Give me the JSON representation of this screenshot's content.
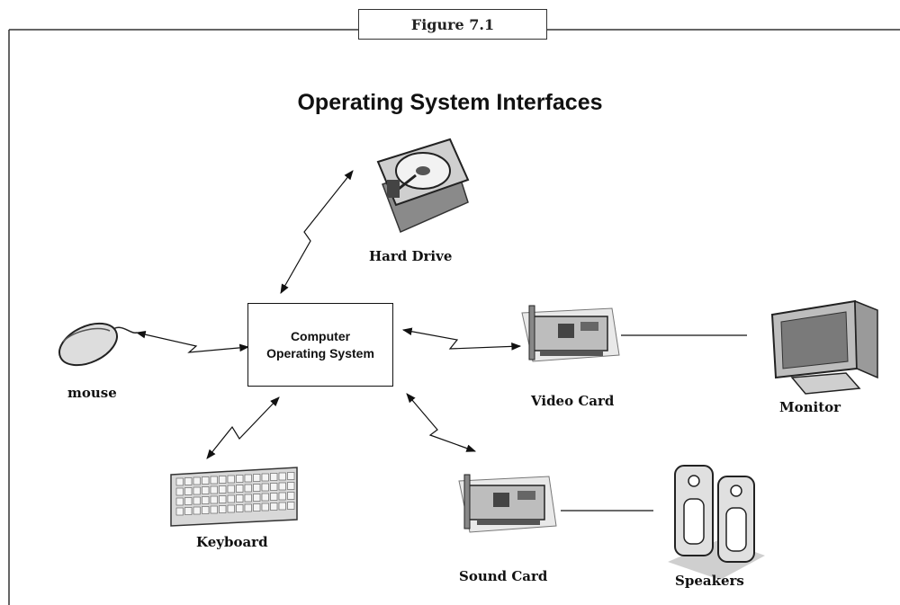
{
  "figure_caption": "Figure 7.1",
  "title": "Operating System Interfaces",
  "center": {
    "line1": "Computer",
    "line2": "Operating System"
  },
  "devices": {
    "hard_drive": "Hard Drive",
    "mouse": "mouse",
    "keyboard": "Keyboard",
    "video_card": "Video Card",
    "monitor": "Monitor",
    "sound_card": "Sound Card",
    "speakers": "Speakers"
  },
  "icons": {
    "hard_drive": "hard-drive-icon",
    "mouse": "mouse-icon",
    "keyboard": "keyboard-icon",
    "video_card": "video-card-icon",
    "monitor": "monitor-icon",
    "sound_card": "sound-card-icon",
    "speakers": "speakers-icon"
  }
}
